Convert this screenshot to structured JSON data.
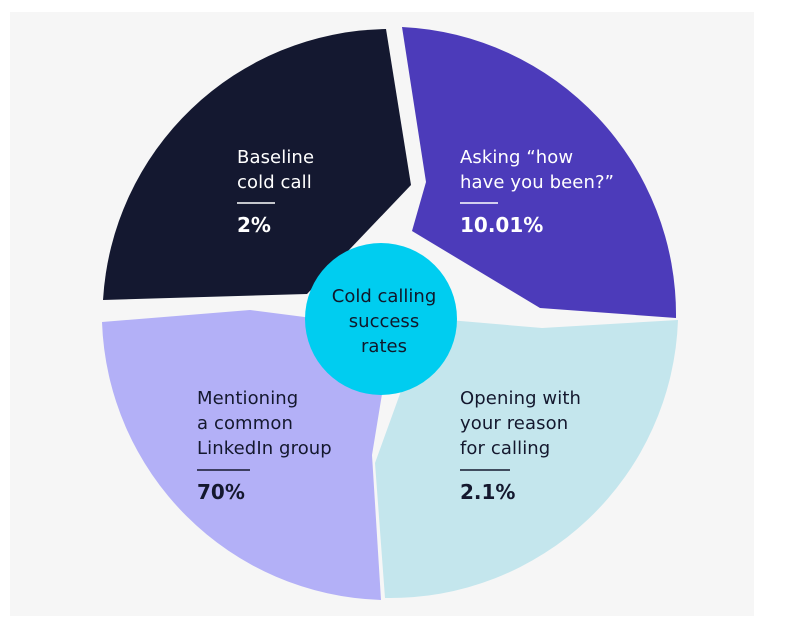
{
  "center": {
    "lines": [
      "Cold calling",
      "success",
      "rates"
    ],
    "color": "#00cdf0",
    "text_color": "#10182b"
  },
  "segments": [
    {
      "id": "baseline",
      "label_lines": [
        "Baseline",
        "cold call"
      ],
      "value": "2%",
      "fill": "#141830",
      "text_color": "#ffffff"
    },
    {
      "id": "how-have-you-been",
      "label_lines": [
        "Asking “how",
        "have you been?”"
      ],
      "value": "10.01%",
      "fill": "#4c3bba",
      "text_color": "#ffffff"
    },
    {
      "id": "reason-for-calling",
      "label_lines": [
        "Opening with",
        "your reason",
        "for calling"
      ],
      "value": "2.1%",
      "fill": "#c4e6ed",
      "text_color": "#14182e"
    },
    {
      "id": "linkedin-group",
      "label_lines": [
        "Mentioning",
        "a common",
        "LinkedIn group"
      ],
      "value": "70%",
      "fill": "#b3b0f7",
      "text_color": "#14182e"
    }
  ]
}
